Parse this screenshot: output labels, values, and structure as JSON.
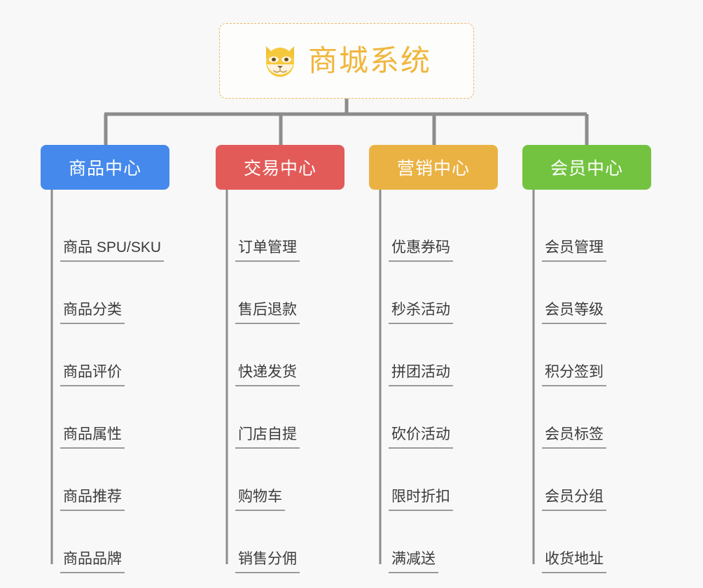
{
  "root": {
    "title": "商城系统",
    "icon": "shiba-dog-icon",
    "border_color": "#e8b964",
    "text_color": "#f0b63c",
    "background": "#fdfdfc"
  },
  "canvas": {
    "background": "#f8f8f8",
    "connector_color": "#8c8c8c",
    "leaf_underline_color": "#9a9a9a"
  },
  "categories": [
    {
      "label": "商品中心",
      "color": "#4589ec",
      "items": [
        {
          "label": "商品 SPU/SKU"
        },
        {
          "label": "商品分类"
        },
        {
          "label": "商品评价"
        },
        {
          "label": "商品属性"
        },
        {
          "label": "商品推荐"
        },
        {
          "label": "商品品牌"
        }
      ]
    },
    {
      "label": "交易中心",
      "color": "#e25b58",
      "items": [
        {
          "label": "订单管理"
        },
        {
          "label": "售后退款"
        },
        {
          "label": "快递发货"
        },
        {
          "label": "门店自提"
        },
        {
          "label": "购物车"
        },
        {
          "label": "销售分佣"
        }
      ]
    },
    {
      "label": "营销中心",
      "color": "#eab243",
      "items": [
        {
          "label": "优惠券码"
        },
        {
          "label": "秒杀活动"
        },
        {
          "label": "拼团活动"
        },
        {
          "label": "砍价活动"
        },
        {
          "label": "限时折扣"
        },
        {
          "label": "满减送"
        }
      ]
    },
    {
      "label": "会员中心",
      "color": "#73c340",
      "items": [
        {
          "label": "会员管理"
        },
        {
          "label": "会员等级"
        },
        {
          "label": "积分签到"
        },
        {
          "label": "会员标签"
        },
        {
          "label": "会员分组"
        },
        {
          "label": "收货地址"
        }
      ]
    }
  ]
}
